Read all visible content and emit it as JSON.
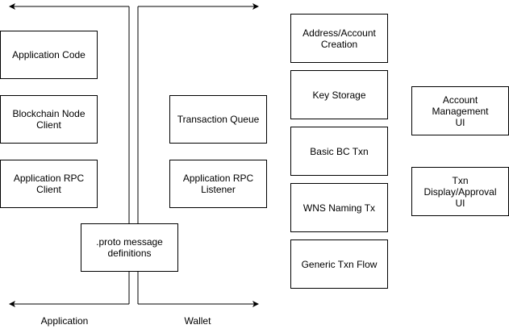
{
  "application_side": {
    "label": "Application",
    "boxes": {
      "application_code": "Application Code",
      "blockchain_node_client": "Blockchain Node\nClient",
      "application_rpc_client": "Application RPC\nClient"
    }
  },
  "wallet_side": {
    "label": "Wallet",
    "boxes": {
      "transaction_queue": "Transaction Queue",
      "application_rpc_listener": "Application RPC\nListener"
    }
  },
  "shared": {
    "proto_definitions": ".proto message\ndefinitions"
  },
  "wallet_modules": {
    "address_account_creation": "Address/Account\nCreation",
    "key_storage": "Key Storage",
    "basic_bc_txn": "Basic BC Txn",
    "wns_naming_tx": "WNS Naming Tx",
    "generic_txn_flow": "Generic Txn Flow"
  },
  "wallet_ui": {
    "account_management_ui": "Account Management\nUI",
    "txn_display_approval_ui": "Txn Display/Approval\nUI"
  }
}
